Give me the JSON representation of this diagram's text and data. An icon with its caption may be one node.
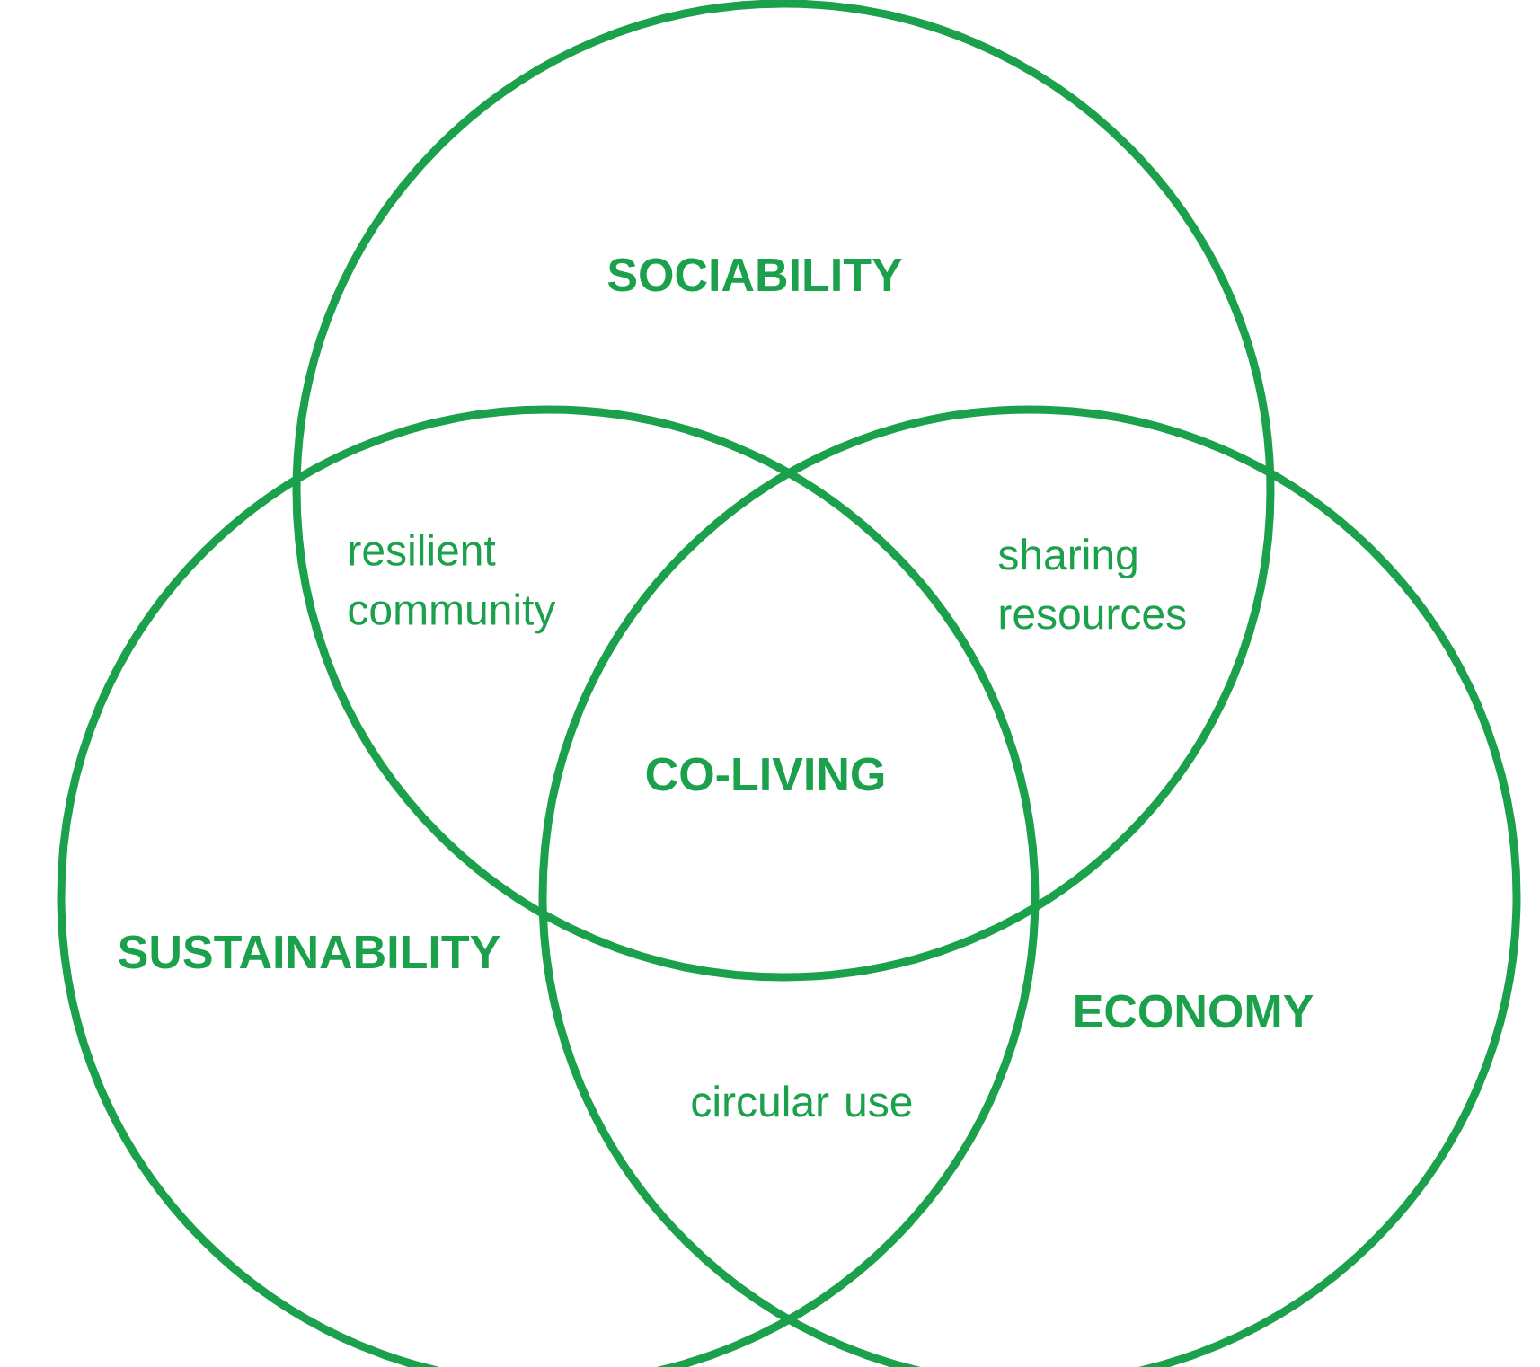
{
  "diagram": {
    "nodes": [
      {
        "text": [
          "SOCIABILITY"
        ]
      },
      {
        "text": [
          "SUSTAINABILITY"
        ]
      },
      {
        "text": [
          "ECONOMY"
        ]
      }
    ],
    "labels": [
      "resilient community",
      "sharing resources",
      "CO-LIVING",
      "circular use"
    ]
  }
}
